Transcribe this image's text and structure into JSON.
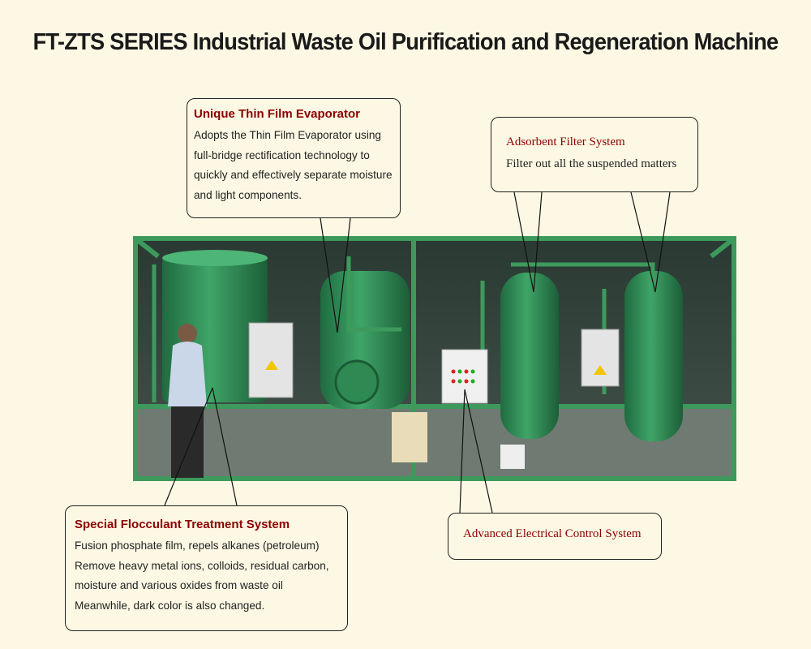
{
  "title": "FT-ZTS SERIES Industrial Waste Oil Purification and Regeneration Machine",
  "callouts": {
    "evaporator": {
      "heading": "Unique Thin Film Evaporator",
      "lines": [
        "Adopts the Thin Film Evaporator using",
        "full-bridge rectification technology to",
        "quickly and effectively separate moisture",
        "and light components."
      ]
    },
    "adsorbent": {
      "heading": "Adsorbent Filter System",
      "lines": [
        "Filter out all the suspended matters"
      ]
    },
    "flocculant": {
      "heading": "Special Flocculant Treatment System",
      "lines": [
        "Fusion phosphate film, repels alkanes (petroleum)",
        "Remove heavy metal ions, colloids, residual carbon,",
        "moisture and various oxides from waste oil",
        "Meanwhile, dark color is also changed."
      ]
    },
    "electrical": {
      "heading": "Advanced Electrical Control System"
    }
  },
  "colors": {
    "background": "#fdf8e4",
    "heading": "#8b0000",
    "tank_green": "#2f8a55",
    "frame_green": "#3d9a5c"
  }
}
